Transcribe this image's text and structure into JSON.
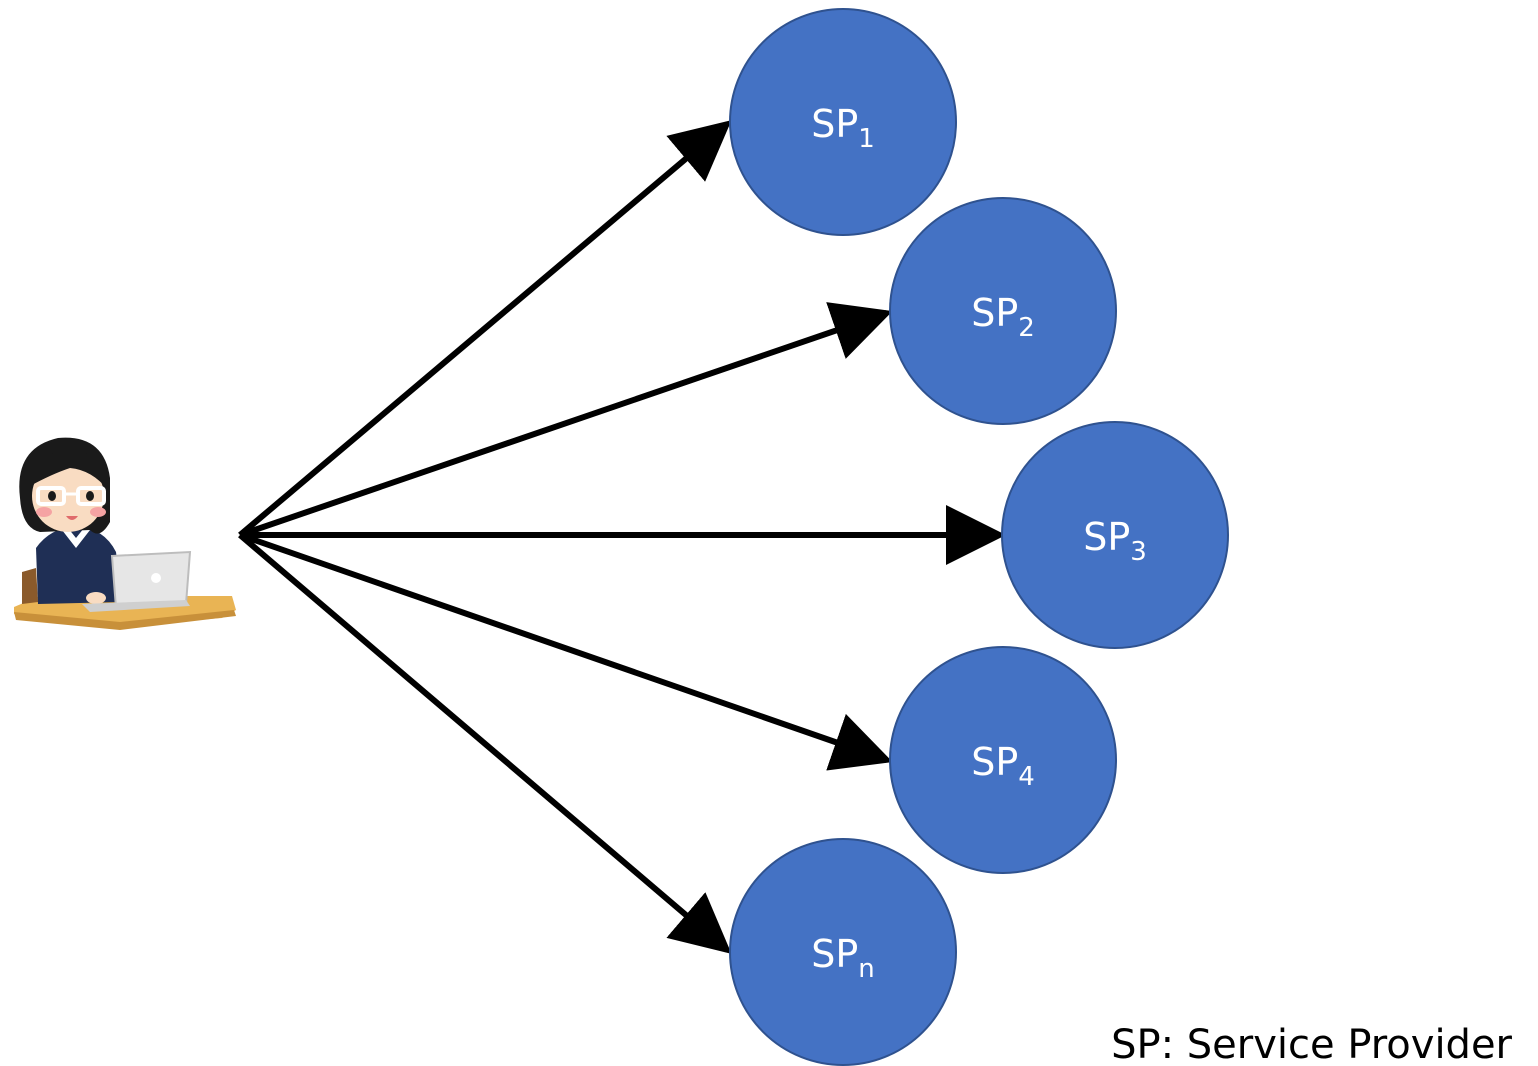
{
  "nodes": [
    {
      "id": "sp1",
      "prefix": "SP",
      "sub": "1"
    },
    {
      "id": "sp2",
      "prefix": "SP",
      "sub": "2"
    },
    {
      "id": "sp3",
      "prefix": "SP",
      "sub": "3"
    },
    {
      "id": "sp4",
      "prefix": "SP",
      "sub": "4"
    },
    {
      "id": "spn",
      "prefix": "SP",
      "sub": "n"
    }
  ],
  "legend": "SP: Service Provider",
  "colors": {
    "node_fill": "#4472c4",
    "node_stroke": "#2f528f",
    "arrow": "#000000",
    "label": "#ffffff"
  },
  "icons": {
    "user": "woman-at-laptop-icon"
  }
}
